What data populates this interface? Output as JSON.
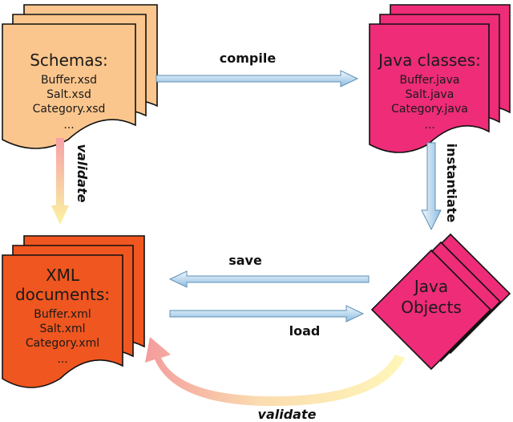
{
  "nodes": {
    "schemas": {
      "title": "Schemas:",
      "items": [
        "Buffer.xsd",
        "Salt.xsd",
        "Category.xsd",
        "..."
      ],
      "color": "#FBC68D"
    },
    "java_classes": {
      "title": "Java classes:",
      "items": [
        "Buffer.java",
        "Salt.java",
        "Category.java",
        "..."
      ],
      "color": "#EE2C78"
    },
    "xml_documents": {
      "title_line1": "XML",
      "title_line2": "documents:",
      "items": [
        "Buffer.xml",
        "Salt.xml",
        "Category.xml",
        "..."
      ],
      "color": "#F0561F"
    },
    "java_objects": {
      "title_line1": "Java",
      "title_line2": "Objects",
      "color": "#EE2C78"
    }
  },
  "edges": {
    "compile": "compile",
    "validate_schema": "validate",
    "instantiate": "instantiate",
    "save": "save",
    "load": "load",
    "validate_loop": "validate"
  },
  "colors": {
    "arrow_blue_light": "#E8F3FB",
    "arrow_blue_dark": "#8FBFE0",
    "validate_pink": "#F7A0A0",
    "validate_yellow": "#FAF3A8"
  }
}
